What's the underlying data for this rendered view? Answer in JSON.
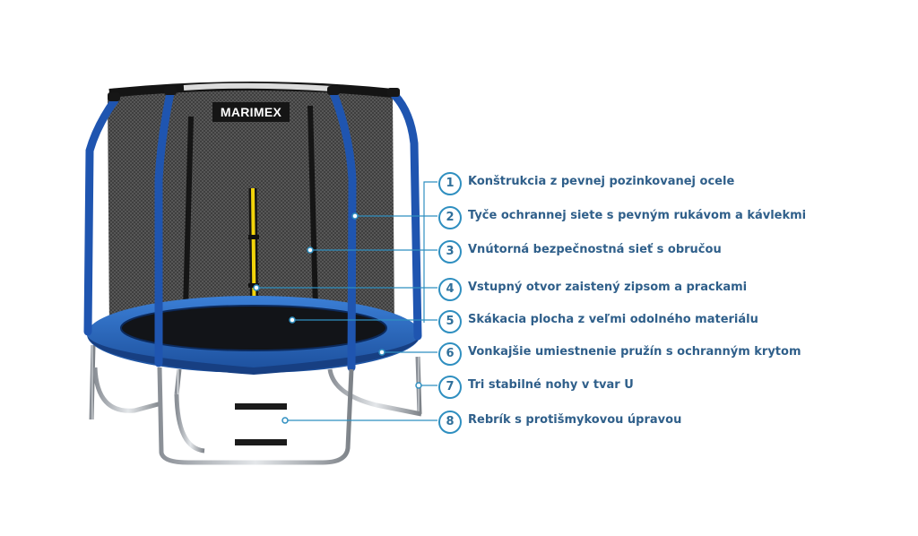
{
  "brand": "MARIMEX",
  "colors": {
    "accent": "#2f8fc0",
    "pad_blue": "#2563b8",
    "label_text": "#2f5f8a",
    "net": "#1a1a1a",
    "zipper": "#f2d40a"
  },
  "features": [
    {
      "num": "1",
      "text": "Konštrukcia z pevnej pozinkovanej ocele"
    },
    {
      "num": "2",
      "text": "Tyče ochrannej siete s pevným rukávom a kávlekmi"
    },
    {
      "num": "3",
      "text": "Vnútorná bezpečnostná sieť s obručou"
    },
    {
      "num": "4",
      "text": "Vstupný otvor zaistený zipsom a prackami"
    },
    {
      "num": "5",
      "text": "Skákacia plocha z veľmi odolného materiálu"
    },
    {
      "num": "6",
      "text": "Vonkajšie umiestnenie pružín s ochranným krytom"
    },
    {
      "num": "7",
      "text": "Tri stabilné nohy v tvar U"
    },
    {
      "num": "8",
      "text": "Rebrík s protišmykovou úpravou"
    }
  ]
}
